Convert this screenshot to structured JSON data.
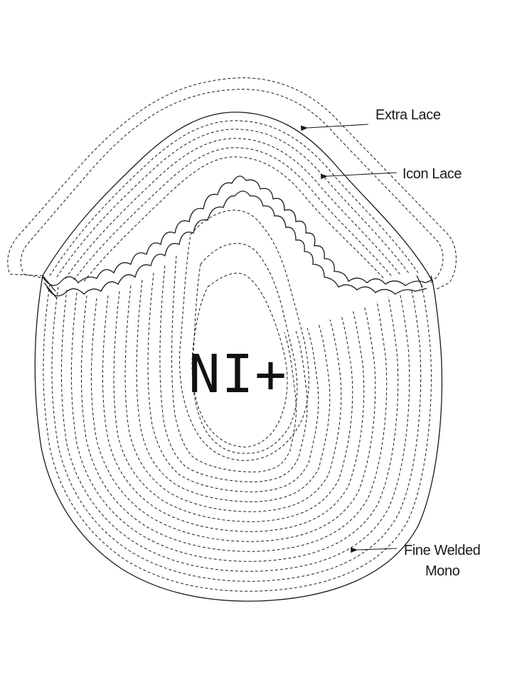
{
  "product_mark": "NI+",
  "labels": {
    "extra_lace": "Extra Lace",
    "icon_lace": "Icon Lace",
    "fine_welded_mono_line1": "Fine Welded",
    "fine_welded_mono_line2": "Mono"
  },
  "colors": {
    "line": "#1a1a1a",
    "background": "#ffffff"
  }
}
